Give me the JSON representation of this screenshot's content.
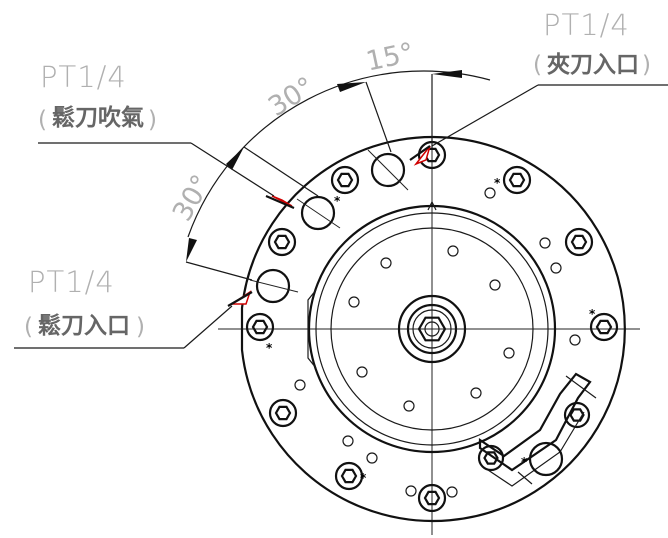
{
  "callouts": {
    "clamp_inlet": {
      "spec": "PT1/4",
      "name": "夾刀入口",
      "open": "(",
      "close": ")"
    },
    "release_blow": {
      "spec": "PT1/4",
      "name": "鬆刀吹氣",
      "open": "(",
      "close": ")"
    },
    "release_inlet": {
      "spec": "PT1/4",
      "name": "鬆刀入口",
      "open": "(",
      "close": ")"
    }
  },
  "angles": {
    "a15": "15°",
    "a30_upper": "30°",
    "a30_lower": "30°"
  },
  "marks": {
    "asterisk": "*"
  }
}
